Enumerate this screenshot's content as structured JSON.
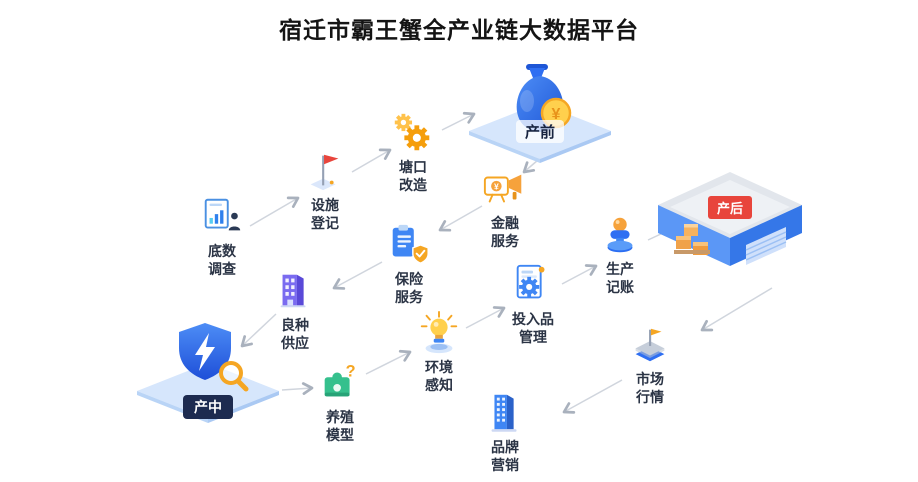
{
  "title": "宿迁市霸王蟹全产业链大数据平台",
  "stages": {
    "pre": {
      "label": "产前",
      "icon": "money-bag-icon"
    },
    "mid": {
      "label": "产中",
      "icon": "shield-search-icon"
    },
    "post": {
      "label": "产后",
      "icon": "warehouse-icon"
    }
  },
  "nodes": {
    "survey": {
      "line1": "底数",
      "line2": "调查",
      "icon": "report-person-icon"
    },
    "facility": {
      "line1": "设施",
      "line2": "登记",
      "icon": "flag-icon"
    },
    "pond": {
      "line1": "塘口",
      "line2": "改造",
      "icon": "gears-icon"
    },
    "finance": {
      "line1": "金融",
      "line2": "服务",
      "icon": "broadcast-icon"
    },
    "insurance": {
      "line1": "保险",
      "line2": "服务",
      "icon": "clipboard-shield-icon"
    },
    "seed": {
      "line1": "良种",
      "line2": "供应",
      "icon": "building-icon"
    },
    "breeding": {
      "line1": "养殖",
      "line2": "模型",
      "icon": "puzzle-question-icon"
    },
    "environment": {
      "line1": "环境",
      "line2": "感知",
      "icon": "lightbulb-icon"
    },
    "inputs": {
      "line1": "投入品",
      "line2": "管理",
      "icon": "document-gear-icon"
    },
    "accounting": {
      "line1": "生产",
      "line2": "记账",
      "icon": "abacus-lamp-icon"
    },
    "market": {
      "line1": "市场",
      "line2": "行情",
      "icon": "stacked-market-icon"
    },
    "brand": {
      "line1": "品牌",
      "line2": "营销",
      "icon": "office-tower-icon"
    }
  },
  "symbols": {
    "yuan": "¥",
    "question": "?"
  },
  "colors": {
    "accent_blue": "#2f6ff2",
    "accent_orange": "#f5a623",
    "accent_red": "#e8453c",
    "accent_green": "#35c08d",
    "accent_purple": "#7a6bf0",
    "platform_blue": "#d6e6fc",
    "label_dark": "#2b3445",
    "connector_gray": "#d0d5dd"
  }
}
